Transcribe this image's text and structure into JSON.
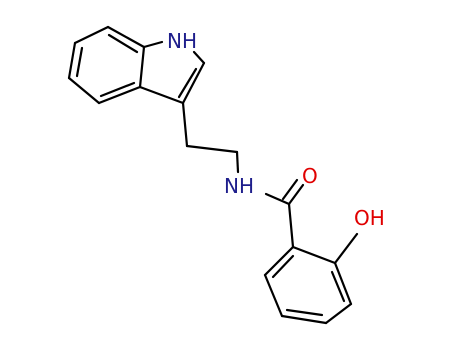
{
  "molecule": {
    "atoms": {
      "indole_nh": {
        "text": "NH",
        "color": "#1e1e8c"
      },
      "amide_nh": {
        "text": "NH",
        "color": "#1e1e8c"
      },
      "carbonyl_o": {
        "text": "O",
        "color": "#e00000"
      },
      "hydroxyl_oh": {
        "text": "OH",
        "color": "#e00000"
      }
    },
    "bond_color": "#000000",
    "background": "#ffffff"
  }
}
